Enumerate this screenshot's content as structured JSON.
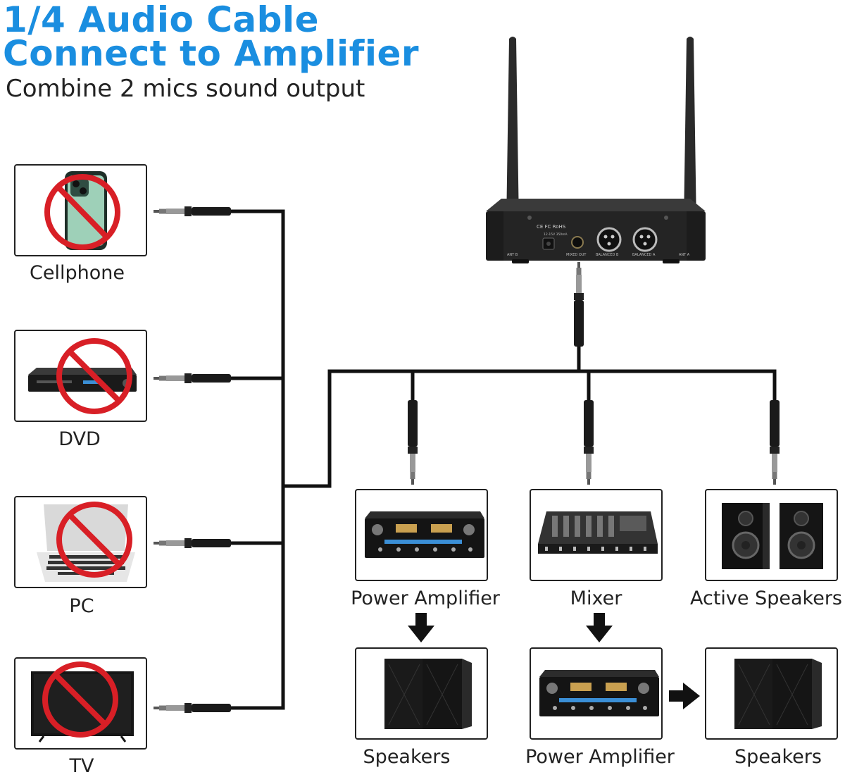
{
  "header": {
    "title_line1": "1/4 Audio Cable",
    "title_line2": "Connect to Amplifier",
    "subtitle": "Combine 2 mics sound output"
  },
  "receiver": {
    "labels": [
      "ANT B",
      "12-15V 350mA",
      "MIXED OUT",
      "BALANCED B",
      "BALANCED A",
      "ANT A"
    ],
    "marks": "CE FC RoHS"
  },
  "sources": [
    {
      "label": "Cellphone",
      "icon": "cellphone-icon",
      "status": "not supported"
    },
    {
      "label": "DVD",
      "icon": "dvd-player-icon",
      "status": "not supported"
    },
    {
      "label": "PC",
      "icon": "laptop-icon",
      "status": "not supported"
    },
    {
      "label": "TV",
      "icon": "tv-icon",
      "status": "not supported"
    }
  ],
  "outputs": [
    {
      "label": "Power Amplifier",
      "icon": "power-amplifier-icon"
    },
    {
      "label": "Mixer",
      "icon": "mixer-icon"
    },
    {
      "label": "Active Speakers",
      "icon": "active-speakers-icon"
    }
  ],
  "second_row": [
    {
      "label": "Speakers",
      "icon": "speakers-icon"
    },
    {
      "label": "Power Amplifier",
      "icon": "power-amplifier-icon"
    },
    {
      "label": "Speakers",
      "icon": "speakers-icon"
    }
  ],
  "colors": {
    "accent": "#1a8ee0",
    "prohibited": "#d81f26",
    "cable": "#111111"
  }
}
